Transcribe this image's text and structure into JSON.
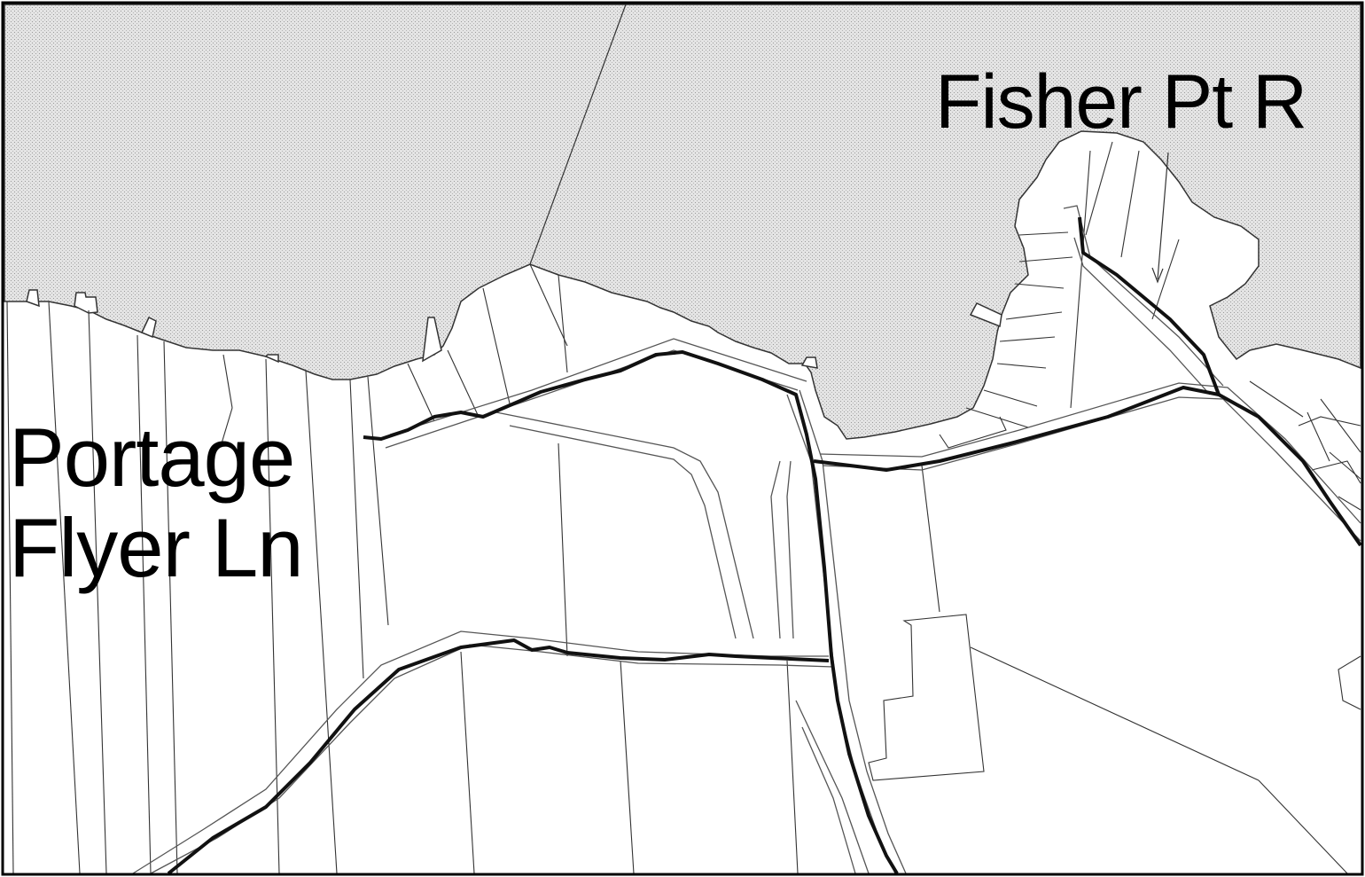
{
  "map": {
    "labels": {
      "fisher_pt": "Fisher Pt R",
      "portage_line1": "Portage",
      "portage_line2": "Flyer Ln"
    },
    "colors": {
      "water": "#d9d9d9",
      "land": "#ffffff",
      "parcel_line": "#333333",
      "road_outline": "#555555",
      "route": "#111111",
      "frame": "#000000"
    }
  }
}
